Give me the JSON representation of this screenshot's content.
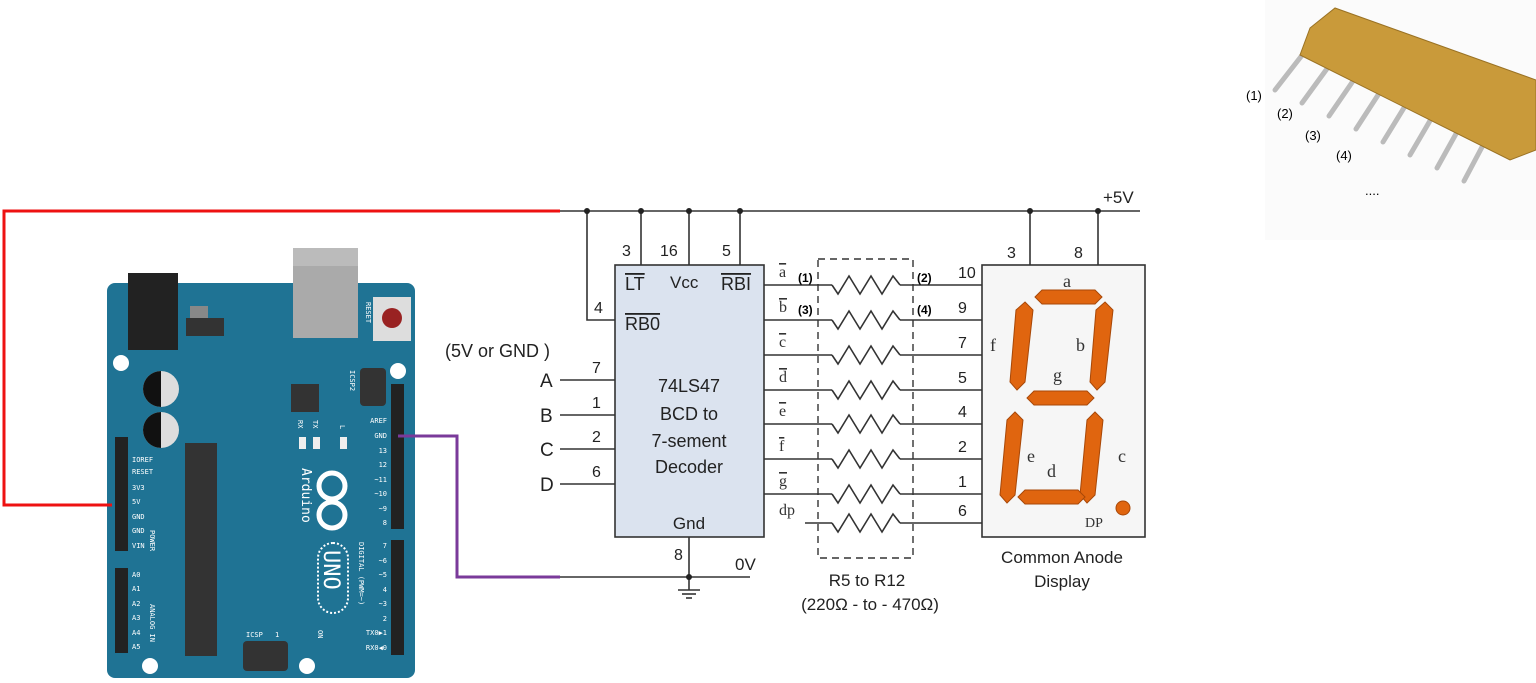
{
  "colors": {
    "power_wire": "#ee1111",
    "ground_wire": "#7a3a9a",
    "board": "#1f7394",
    "ic_fill": "#dbe3ef",
    "segment": "#e0650f",
    "resistor_pack": "#c99a3a"
  },
  "arduino": {
    "logo_text": "Arduino",
    "model": "UNO",
    "reset": "RESET",
    "icsp2": "ICSP2",
    "icsp": "ICSP",
    "icsp_pin1": "1",
    "rx": "RX",
    "tx": "TX",
    "l": "L",
    "on": "ON",
    "power_header": [
      "IOREF",
      "RESET",
      "3V3",
      "5V",
      "GND",
      "GND",
      "VIN"
    ],
    "power_label": "POWER",
    "analog_header": [
      "A0",
      "A1",
      "A2",
      "A3",
      "A4",
      "A5"
    ],
    "analog_label": "ANALOG IN",
    "digital_header_top": [
      "AREF",
      "GND",
      "13",
      "12",
      "~11",
      "~10",
      "~9",
      "8"
    ],
    "digital_header_bottom": [
      "7",
      "~6",
      "~5",
      "4",
      "~3",
      "2",
      "TX0▶1",
      "RX0◀0"
    ],
    "digital_label": "DIGITAL (PWM=~)"
  },
  "supply": {
    "vplus": "+5V",
    "zero": "0V",
    "input_note": "(5V or GND )"
  },
  "decoder": {
    "name": "74LS47",
    "line2": "BCD to",
    "line3": "7-sement",
    "line4": "Decoder",
    "lt": "LT",
    "vcc": "Vcc",
    "rbi": "RBI",
    "rbo": "RB0",
    "gnd": "Gnd",
    "top_pins": [
      "3",
      "16",
      "5"
    ],
    "rbo_pin": "4",
    "gnd_pin": "8",
    "inputs": [
      {
        "label": "A",
        "pin": "7"
      },
      {
        "label": "B",
        "pin": "1"
      },
      {
        "label": "C",
        "pin": "2"
      },
      {
        "label": "D",
        "pin": "6"
      }
    ],
    "outputs": [
      "a",
      "b",
      "c",
      "d",
      "e",
      "f",
      "g",
      "dp"
    ]
  },
  "resistors": {
    "pin_labels": [
      "(1)",
      "(2)",
      "(3)",
      "(4)"
    ],
    "title": "R5 to R12",
    "range": "(220Ω - to - 470Ω)"
  },
  "display": {
    "pins": [
      "10",
      "9",
      "7",
      "5",
      "4",
      "2",
      "1",
      "6"
    ],
    "top_pins": [
      "3",
      "8"
    ],
    "segments": [
      "a",
      "b",
      "c",
      "d",
      "e",
      "f",
      "g",
      "DP"
    ],
    "caption1": "Common Anode",
    "caption2": "Display"
  },
  "resistor_network_photo": {
    "pin_labels": [
      "(1)",
      "(2)",
      "(3)",
      "(4)",
      "...."
    ]
  }
}
